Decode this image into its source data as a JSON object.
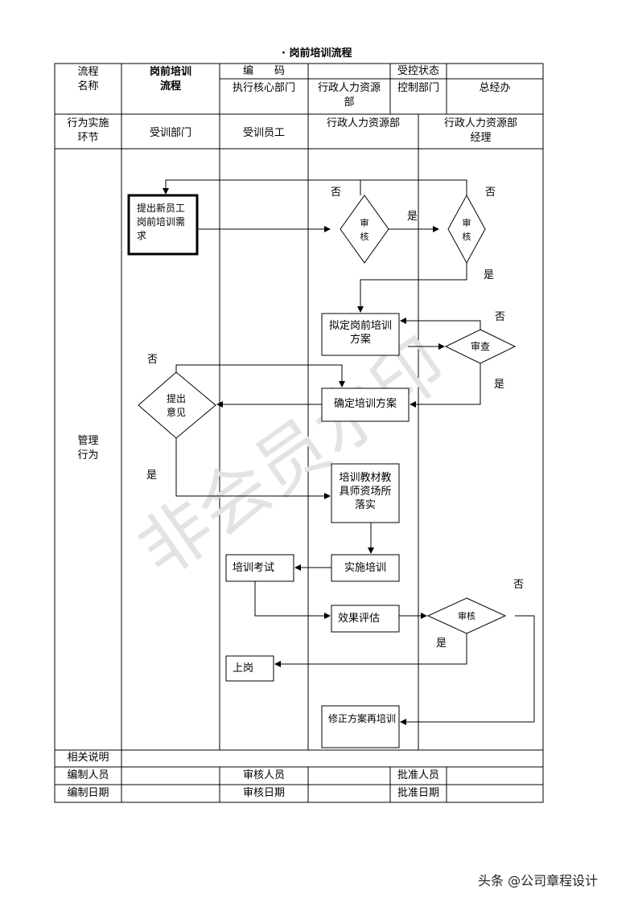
{
  "title": "· 岗前培训流程",
  "header": {
    "process_name_label": "流程\n名称",
    "process_name_value": "岗前培训\n流程",
    "code_label": "编　　码",
    "code_value": "",
    "status_label": "受控状态",
    "status_value": "",
    "exec_dept_label": "执行核心部门",
    "exec_dept_value": "行政人力资源\n部",
    "control_dept_label": "控制部门",
    "control_dept_value": "总经办"
  },
  "lanes": {
    "row_label": "行为实施\n环节",
    "lane1": "受训部门",
    "lane2": "受训员工",
    "lane3": "行政人力资源部",
    "lane4": "行政人力资源部\n经理"
  },
  "body_label": "管理\n行为",
  "nodes": {
    "request": "提出新员工岗前培训需求",
    "review1": "审\n核",
    "review2": "审\n核",
    "draft": "拟定岗前培训方案",
    "examine": "审查",
    "opinion": "提出\n意见",
    "confirm": "确定培训方案",
    "prepare": "培训教材教具师资场所落实",
    "implement": "实施培训",
    "exam": "培训考试",
    "evaluate": "效果评估",
    "review3": "审核",
    "onboard": "上岗",
    "revise": "修正方案再培训"
  },
  "flow_labels": {
    "no1": "否",
    "no2": "否",
    "yes1": "是",
    "yes2": "是",
    "no3": "否",
    "yes3": "是",
    "no4": "否",
    "yes4": "是",
    "no5": "否",
    "yes5": "是"
  },
  "footer": {
    "notes_label": "相关说明",
    "notes_value": "",
    "author_label": "编制人员",
    "reviewer_label": "审核人员",
    "approver_label": "批准人员",
    "author_date_label": "编制日期",
    "review_date_label": "审核日期",
    "approve_date_label": "批准日期"
  },
  "watermark": "非会员水印",
  "brand": "头条 @公司章程设计"
}
